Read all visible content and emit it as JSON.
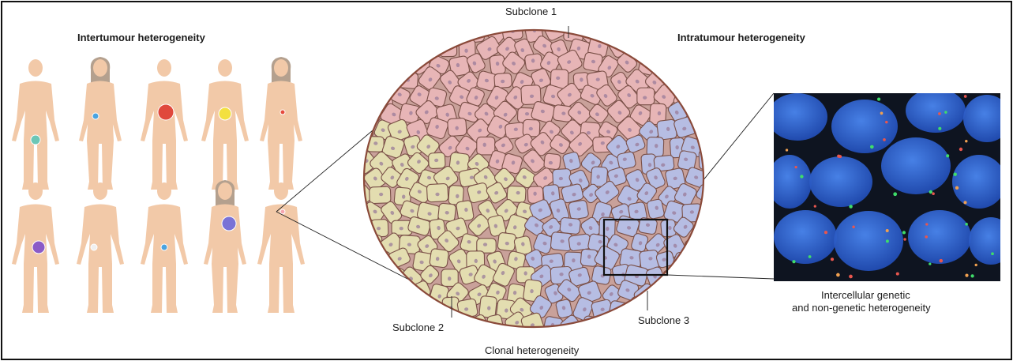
{
  "headings": {
    "intertumour": "Intertumour heterogeneity",
    "intratumour": "Intratumour heterogeneity"
  },
  "labels": {
    "subclone_1": "Subclone 1",
    "subclone_2": "Subclone 2",
    "subclone_3": "Subclone 3",
    "clonal": "Clonal heterogeneity",
    "intercellular_line1": "Intercellular genetic",
    "intercellular_line2": "and non-genetic heterogeneity"
  },
  "colors": {
    "skin": "#f2c9a8",
    "subclone_1": "#e7b5b6",
    "subclone_2": "#e3ddb0",
    "subclone_3": "#b6bde3",
    "tumour_outline": "#8a4a3a",
    "micrograph_bg": "#0e1420",
    "nucleus": "#2f64d8"
  },
  "figures": [
    {
      "sex": "male",
      "tumour_color": "#6cc6b6"
    },
    {
      "sex": "female",
      "tumour_color": "#4aa3e0"
    },
    {
      "sex": "male",
      "tumour_color": "#e0483c"
    },
    {
      "sex": "male",
      "tumour_color": "#f3e040"
    },
    {
      "sex": "female",
      "tumour_color": "#e64a3c"
    },
    {
      "sex": "male",
      "tumour_color": "#8b5bc7"
    },
    {
      "sex": "male",
      "tumour_color": "#f0f0f0"
    },
    {
      "sex": "male",
      "tumour_color": "#4aa3e0"
    },
    {
      "sex": "female",
      "tumour_color": "#7a72d6"
    },
    {
      "sex": "male",
      "tumour_color": "#f5a6b0"
    }
  ]
}
